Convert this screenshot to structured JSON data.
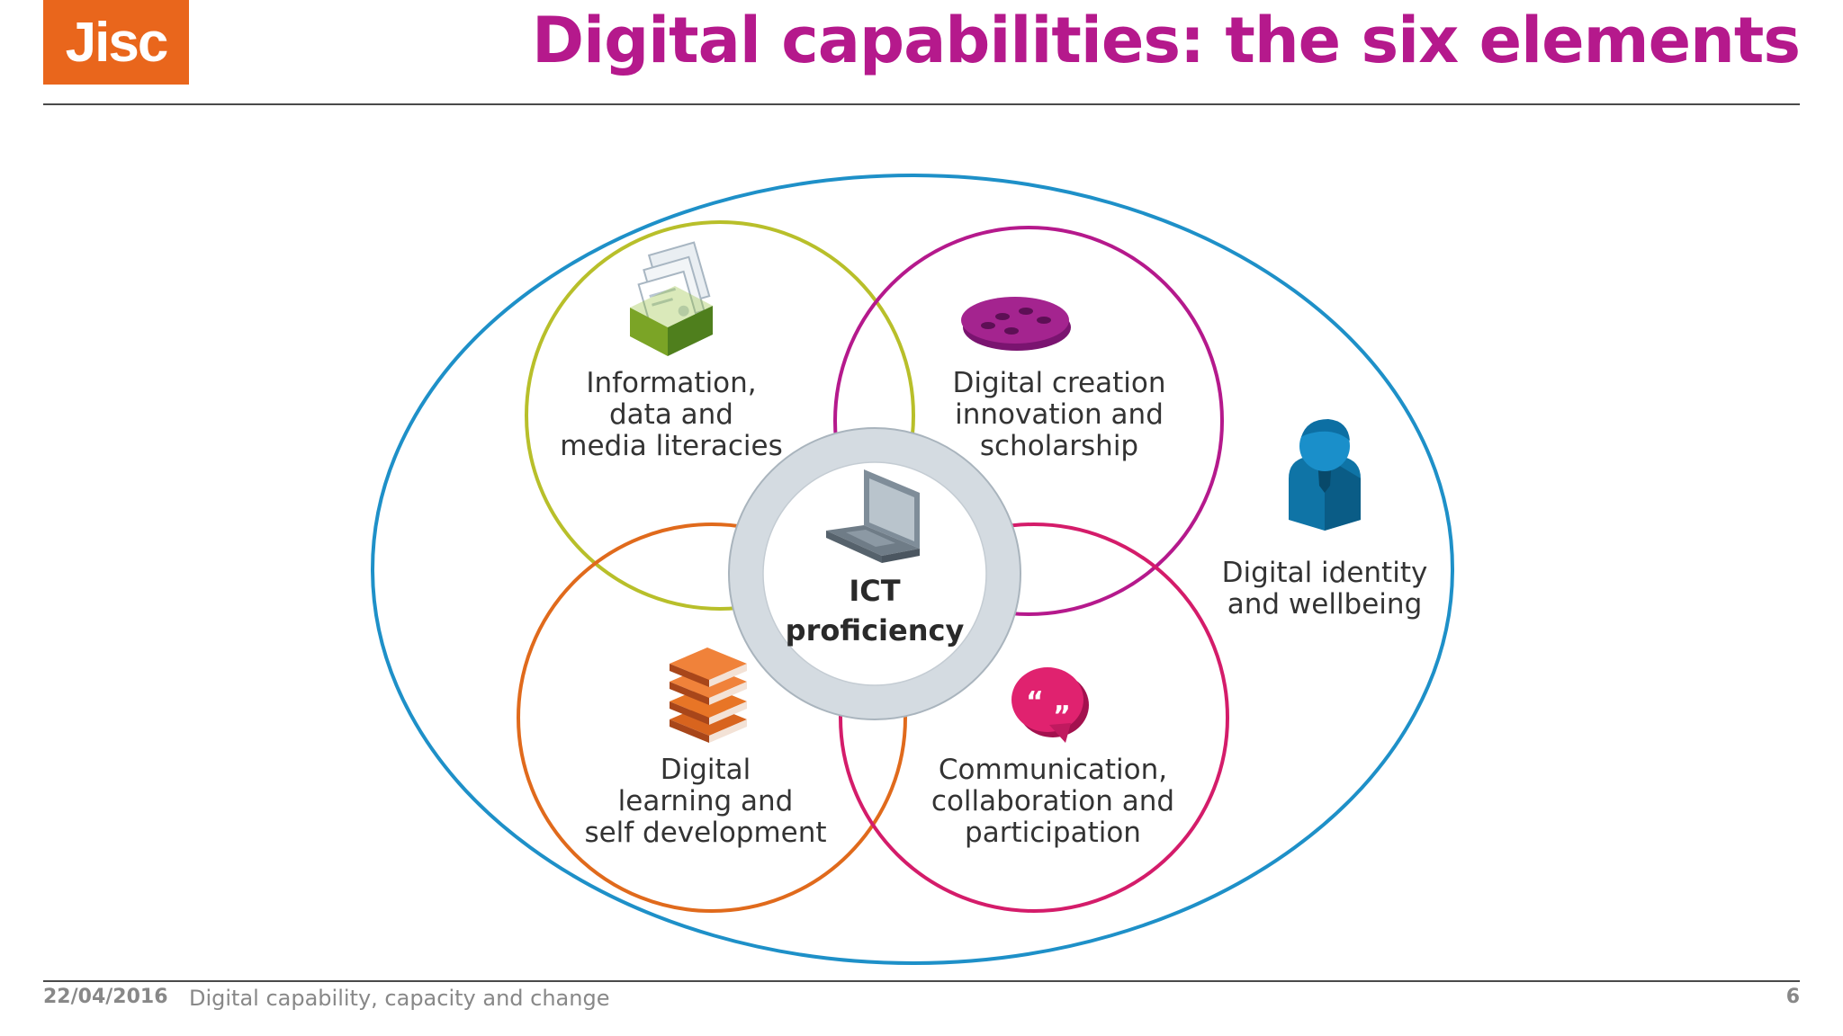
{
  "header": {
    "logo_text": "Jisc",
    "title": "Digital capabilities: the six elements"
  },
  "colors": {
    "brand_orange": "#e9661c",
    "title_magenta": "#b5198c",
    "outer_ellipse": "#1e90c8",
    "circle_information": "#b8bf2a",
    "circle_creation": "#b5198c",
    "circle_learning": "#e06a1c",
    "circle_communication": "#d41c6a",
    "center_ring": "#d4dbe1"
  },
  "diagram": {
    "center": {
      "line1": "ICT",
      "line2": "proficiency",
      "icon": "laptop-icon"
    },
    "elements": [
      {
        "id": "information",
        "lines": [
          "Information,",
          "data and",
          "media literacies"
        ],
        "icon": "card-file-icon"
      },
      {
        "id": "creation",
        "lines": [
          "Digital creation",
          "innovation and",
          "scholarship"
        ],
        "icon": "palette-icon"
      },
      {
        "id": "learning",
        "lines": [
          "Digital",
          "learning and",
          "self development"
        ],
        "icon": "books-icon"
      },
      {
        "id": "communication",
        "lines": [
          "Communication,",
          "collaboration and",
          "participation"
        ],
        "icon": "speech-bubble-icon"
      },
      {
        "id": "identity",
        "lines": [
          "Digital identity",
          "and wellbeing"
        ],
        "icon": "person-icon"
      }
    ]
  },
  "footer": {
    "date": "22/04/2016",
    "subtitle": "Digital capability, capacity and change",
    "page_number": "6"
  }
}
